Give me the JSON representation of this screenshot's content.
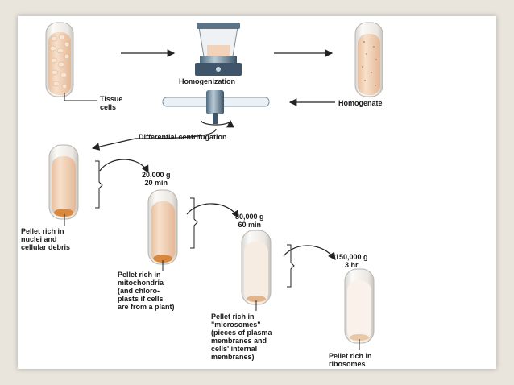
{
  "diagram": {
    "labels": {
      "tissue_cells": "Tissue\ncells",
      "homogenization": "Homogenization",
      "homogenate": "Homogenate",
      "differential_centrifugation": "Differential centrifugation",
      "speed_1": "20,000 g\n20 min",
      "speed_2": "80,000 g\n60 min",
      "speed_3": "150,000 g\n3 hr",
      "pellet_1": "Pellet rich in\nnuclei and\ncellular debris",
      "pellet_2": "Pellet rich in\nmitochondria\n(and chloro-\nplasts if cells\nare from a plant)",
      "pellet_3": "Pellet rich in\n\"microsomes\"\n(pieces of plasma\nmembranes and\ncells' internal\nmembranes)",
      "pellet_4": "Pellet rich in\nribosomes"
    },
    "colors": {
      "background": "#e9e5dd",
      "card": "#ffffff",
      "tube_glass": "#f3f0ec",
      "suspension": "#f2d2b8",
      "pellet": "#d8893f",
      "arrow": "#222222"
    }
  }
}
